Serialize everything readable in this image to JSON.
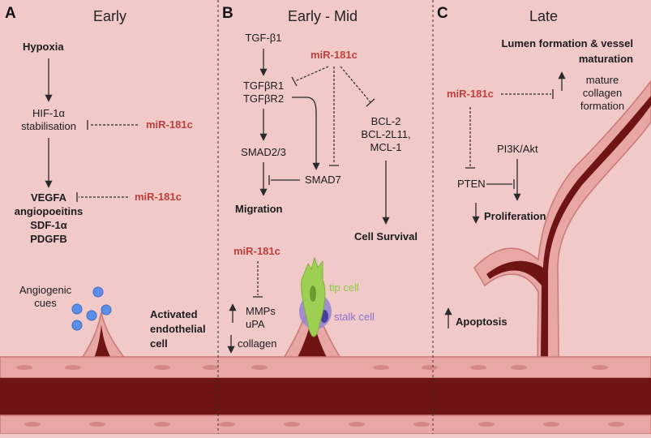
{
  "colors": {
    "background": "#f0c9c8",
    "vessel_dark": "#6e1414",
    "vessel_wall": "#e8a7a4",
    "vessel_wall_edge": "#c97876",
    "mir_red": "#c0403f",
    "tip_cell_green": "#9ccf52",
    "stalk_cell_purple": "#9a86d0",
    "cue_blue": "#5b8ee6"
  },
  "panel_a": {
    "letter": "A",
    "title": "Early",
    "hypoxia": "Hypoxia",
    "hif_line1": "HIF-1α",
    "hif_line2": "stabilisation",
    "mir_hif": "miR-181c",
    "vegfa": "VEGFA",
    "angiopoeitins": "angiopoeitins",
    "sdf": "SDF-1α",
    "pdgfb": "PDGFB",
    "mir_vegfa": "miR-181c",
    "cues_line1": "Angiogenic",
    "cues_line2": "cues",
    "activated_line1": "Activated",
    "activated_line2": "endothelial",
    "activated_line3": "cell"
  },
  "panel_b": {
    "letter": "B",
    "title": "Early - Mid",
    "tgfb1": "TGF-β1",
    "mir_top": "miR-181c",
    "tgfbr1": "TGFβR1",
    "tgfbr2": "TGFβR2",
    "bcl2": "BCL-2",
    "bcl2l11": "BCL-2L11,",
    "mcl1": "MCL-1",
    "smad23": "SMAD2/3",
    "smad7": "SMAD7",
    "migration": "Migration",
    "cell_survival": "Cell Survival",
    "mir_bottom": "miR-181c",
    "mmps": "MMPs",
    "upa": "uPA",
    "collagen": "collagen",
    "tip_cell": "tip cell",
    "stalk_cell": "stalk cell"
  },
  "panel_c": {
    "letter": "C",
    "title": "Late",
    "lumen_line1": "Lumen formation & vessel",
    "lumen_line2": "maturation",
    "mir": "miR-181c",
    "mature_line1": "mature",
    "mature_line2": "collagen",
    "mature_line3": "formation",
    "pi3k": "PI3K/Akt",
    "pten": "PTEN",
    "proliferation": "Proliferation",
    "apoptosis": "Apoptosis"
  }
}
